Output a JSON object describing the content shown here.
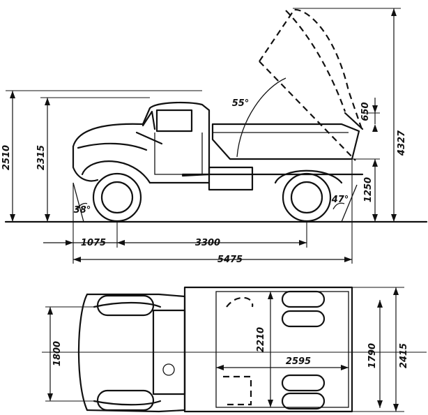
{
  "dimensions": {
    "overall_height_loaded": "2510",
    "cab_height": "2315",
    "front_overhang": "1075",
    "wheelbase": "3300",
    "overall_length": "5475",
    "tipping_angle": "55°",
    "body_side_height": "650",
    "platform_height": "1250",
    "raised_body_height": "4327",
    "approach_angle": "38°",
    "departure_angle": "47°",
    "front_track": "1800",
    "body_inner_width": "2210",
    "body_inner_length": "2595",
    "rear_track": "1790",
    "overall_width": "2415"
  }
}
